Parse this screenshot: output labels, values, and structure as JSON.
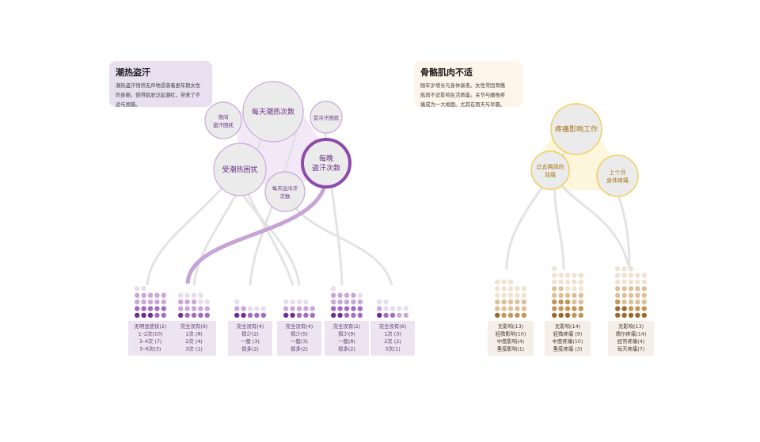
{
  "left_panel": {
    "title": "潮热盗汗",
    "description_lines": [
      "潮热盗汗悄然无声地侵袭着更年期女性",
      "的身躯。使得肌肤泛起潮红，带来了不",
      "适与烦躁。"
    ],
    "bubbles": [
      {
        "id": "b_night",
        "lines": [
          "夜间",
          "盗汗困扰"
        ]
      },
      {
        "id": "b_daily_hot",
        "lines": [
          "每天潮热次数"
        ]
      },
      {
        "id": "b_cold_sweat",
        "lines": [
          "受冷汗困扰"
        ]
      },
      {
        "id": "b_hot_trouble",
        "lines": [
          "受潮热困扰"
        ]
      },
      {
        "id": "b_daily_cold",
        "lines": [
          "每天出冷汗",
          "次数"
        ]
      },
      {
        "id": "b_night_sweat",
        "lines": [
          "每晚",
          "盗汗次数"
        ]
      }
    ],
    "groups": [
      {
        "counts": [
          2,
          10,
          7,
          3
        ],
        "labels": [
          "无明显症状(2)",
          "1–2次(10)",
          "3–4次 (7)",
          "5–6次(3)"
        ]
      },
      {
        "counts": [
          6,
          8,
          4,
          1
        ],
        "labels": [
          "完全没有(6)",
          "1次 (8)",
          "2次 (4)",
          "3次 (1)"
        ]
      },
      {
        "counts": [
          4,
          2,
          3,
          2
        ],
        "labels": [
          "完全没有(4)",
          "很少(2)",
          "一般 (3)",
          "很多(2)"
        ]
      },
      {
        "counts": [
          4,
          5,
          3,
          2
        ],
        "labels": [
          "完全没有(4)",
          "很少(5)",
          "一般(3)",
          "很多(2)"
        ]
      },
      {
        "counts": [
          2,
          9,
          8,
          2
        ],
        "labels": [
          "完全没有(2)",
          "很少(9)",
          "一般(8)",
          "很多(2)"
        ]
      },
      {
        "counts": [
          6,
          3,
          2,
          1
        ],
        "labels": [
          "完全没有(6)",
          "1次 (3)",
          "2次 (2)",
          "3次(1)"
        ]
      }
    ],
    "colors": [
      "#e8dcef",
      "#c9a8d8",
      "#9f6fbf",
      "#6d2d92"
    ]
  },
  "right_panel": {
    "title": "骨骼肌肉不适",
    "description_lines": [
      "随年岁增长与身体衰老。女性常因骨骼",
      "肌肉不适影响生活质量。关节与腰椎疼",
      "痛成为一大难题。尤其在雨天与早晨。"
    ],
    "bubbles": [
      {
        "id": "y_pain_work",
        "lines": [
          "疼痛影响工作"
        ]
      },
      {
        "id": "y_back",
        "lines": [
          "过去两周的",
          "背痛"
        ]
      },
      {
        "id": "y_body",
        "lines": [
          "上个月",
          "身体疼痛"
        ]
      }
    ],
    "groups": [
      {
        "counts": [
          13,
          10,
          4,
          1
        ],
        "labels": [
          "无影响(13)",
          "轻微影响(10)",
          "中度影响(4)",
          "重度影响(1)"
        ]
      },
      {
        "counts": [
          14,
          9,
          10,
          3
        ],
        "labels": [
          "无影响(14)",
          "轻微疼痛 (9)",
          "中度疼痛(10)",
          "重度疼痛 (3)"
        ]
      },
      {
        "counts": [
          13,
          14,
          4,
          7
        ],
        "labels": [
          "无影响(13)",
          "偶尔疼痛(14)",
          "经常疼痛(4)",
          "每天疼痛(7)"
        ]
      }
    ],
    "colors": [
      "#efe2d0",
      "#dcc09a",
      "#c2965a",
      "#9a6a2c"
    ]
  }
}
